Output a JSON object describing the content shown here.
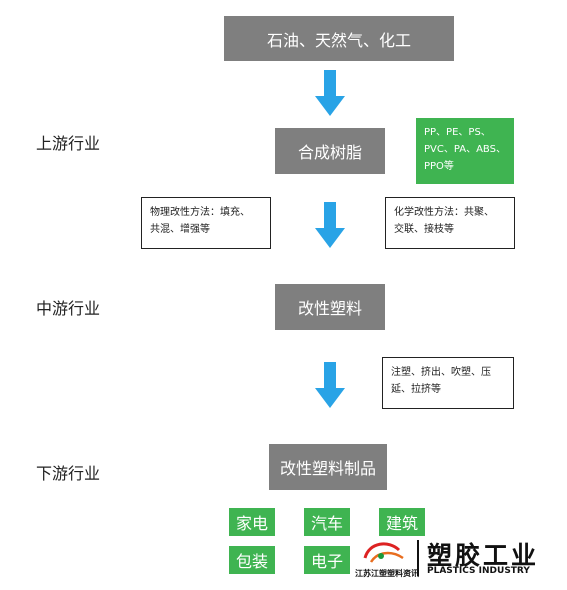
{
  "colors": {
    "box_gray": "#7f7f7f",
    "accent_green": "#3fb451",
    "arrow_blue": "#29a3e6"
  },
  "flow": {
    "top": "石油、天然气、化工",
    "resin": "合成树脂",
    "modified": "改性塑料",
    "product": "改性塑料制品"
  },
  "stages": {
    "upstream": "上游行业",
    "midstream": "中游行业",
    "downstream": "下游行业"
  },
  "resin_types": {
    "line1": "PP、PE、PS、",
    "line2": "PVC、PA、ABS、",
    "line3": "PPO等"
  },
  "physical_method": {
    "line1": "物理改性方法：填充、",
    "line2": "共混、增强等"
  },
  "chemical_method": {
    "line1": "化学改性方法：共聚、",
    "line2": "交联、接枝等"
  },
  "processing": {
    "line1": "注塑、挤出、吹塑、压",
    "line2": "延、拉挤等"
  },
  "applications": [
    "家电",
    "汽车",
    "建筑",
    "包装",
    "电子"
  ],
  "watermark": {
    "small_text": "江苏江塑塑料资讯",
    "title": "塑胶工业",
    "subtitle": "PLASTICS INDUSTRY"
  }
}
